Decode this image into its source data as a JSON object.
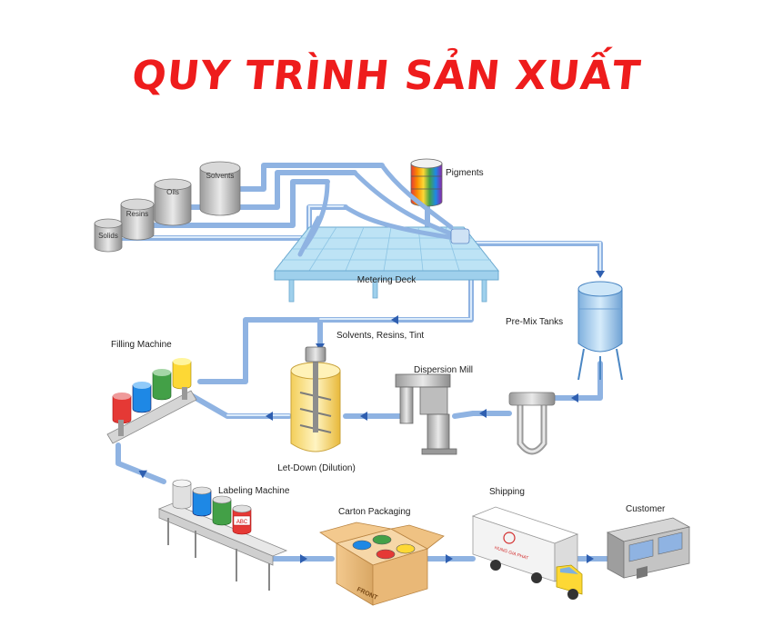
{
  "title": "QUY TRÌNH SẢN XUẤT",
  "colors": {
    "title": "#ee1c1c",
    "pipe": "#8fb3e2",
    "pipe_dark": "#5b84c4",
    "arrow": "#2f5fb0",
    "deck": "#bde3f5"
  },
  "tanks": {
    "solids": "Solids",
    "resins": "Resins",
    "oils": "Oils",
    "solvents": "Solvents"
  },
  "stages": {
    "pigments": "Pigments",
    "metering_deck": "Metering Deck",
    "premix_tanks": "Pre-Mix Tanks",
    "solvents_resins_tint": "Solvents, Resins, Tint",
    "dispersion_mill": "Dispersion Mill",
    "let_down": "Let-Down (Dilution)",
    "filling_machine": "Filling Machine",
    "labeling_machine": "Labeling Machine",
    "carton_packaging": "Carton Packaging",
    "shipping": "Shipping",
    "customer": "Customer"
  },
  "can_label": "ABC",
  "box_label": "FRONT",
  "truck_label": "HUNG GIA PHAT",
  "icons": [
    "storage-tank-icon",
    "pigment-drum-icon",
    "metering-deck-icon",
    "premix-tank-icon",
    "dispersion-mill-icon",
    "mass-flow-meter-icon",
    "mixing-vessel-icon",
    "filling-machine-icon",
    "labeling-machine-icon",
    "carton-box-icon",
    "delivery-truck-icon",
    "storefront-icon",
    "flow-arrow-icon"
  ]
}
